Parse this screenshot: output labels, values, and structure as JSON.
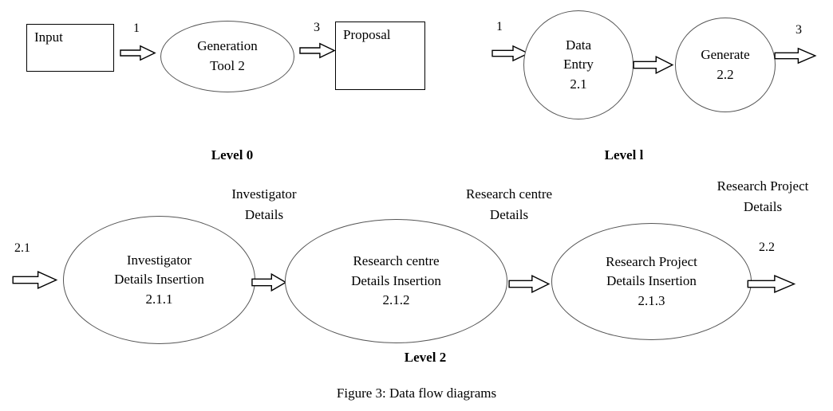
{
  "caption": "Figure 3: Data flow diagrams",
  "level0": {
    "title": "Level 0",
    "input_box": "Input",
    "arrow_in_label": "1",
    "process": "Generation\nTool 2",
    "arrow_out_label": "3",
    "output_box": "Proposal"
  },
  "level1": {
    "title": "Level l",
    "arrow_in_label": "1",
    "data_entry": "Data\nEntry\n2.1",
    "generate": "Generate\n2.2",
    "arrow_out_label": "3"
  },
  "level2": {
    "title": "Level 2",
    "arrow_in_label": "2.1",
    "arrow_out_label": "2.2",
    "process1": "Investigator\nDetails Insertion\n2.1.1",
    "process2": "Research centre\nDetails Insertion\n2.1.2",
    "process3": "Research Project\nDetails Insertion\n2.1.3",
    "flow_label1": "Investigator\nDetails",
    "flow_label2": "Research centre\nDetails",
    "flow_label3": "Research Project\nDetails"
  }
}
